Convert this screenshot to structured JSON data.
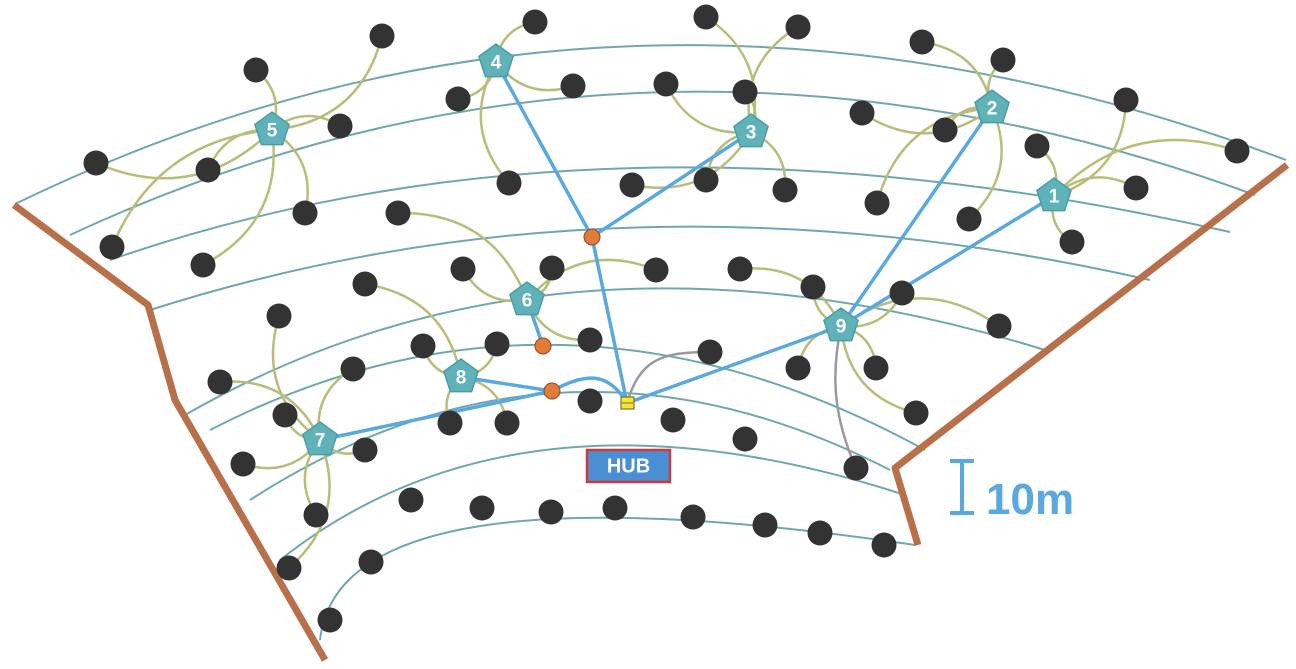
{
  "hub": {
    "label": "HUB"
  },
  "scale_bar": {
    "label": "10m"
  },
  "gateways": [
    {
      "id": "1",
      "label": "1"
    },
    {
      "id": "2",
      "label": "2"
    },
    {
      "id": "3",
      "label": "3"
    },
    {
      "id": "4",
      "label": "4"
    },
    {
      "id": "5",
      "label": "5"
    },
    {
      "id": "6",
      "label": "6"
    },
    {
      "id": "7",
      "label": "7"
    },
    {
      "id": "8",
      "label": "8"
    },
    {
      "id": "9",
      "label": "9"
    }
  ],
  "colors": {
    "row_line": "#6fa7ad",
    "boundary": "#b8704a",
    "backbone": "#5aa8e0",
    "sensor_link": "#b9bd7a",
    "sensor_node": "#333333",
    "gateway": "#5fb3b8",
    "relay": "#e07b39",
    "hub_fill": "#4a8fd4",
    "hub_border": "#cc3b3b",
    "cable": "#9a9a9a",
    "junction": "#f2e53c"
  }
}
